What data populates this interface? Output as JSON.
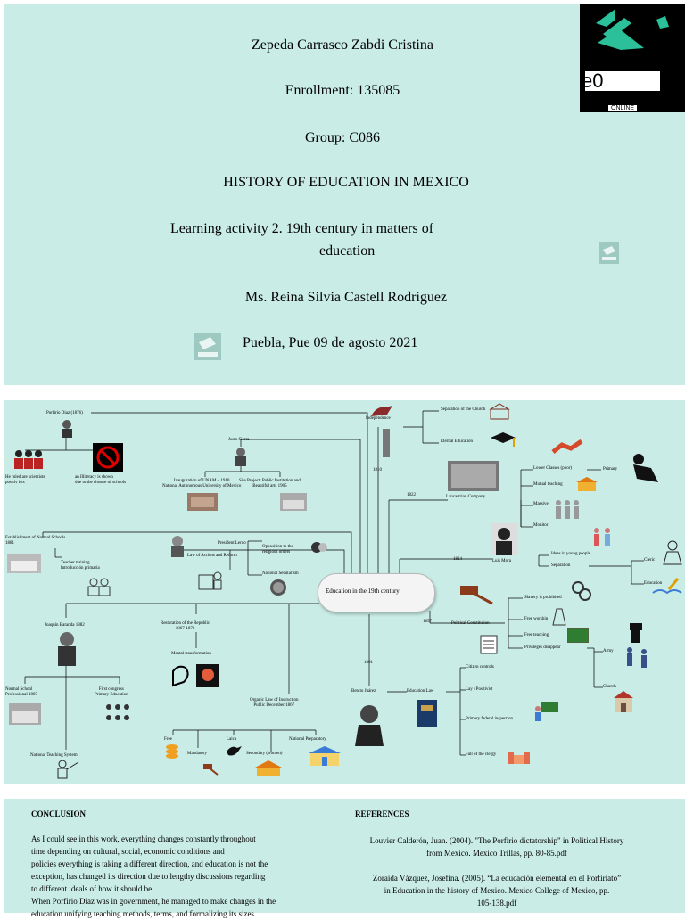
{
  "cover": {
    "student": "Zepeda Carrasco Zabdi Cristina",
    "enrollment": "Enrollment: 135085",
    "group": "Group: C086",
    "course": "HISTORY OF EDUCATION IN MEXICO",
    "activity_line1": "Learning activity 2. 19th century in matters of",
    "activity_line2": "education",
    "teacher": "Ms. Reina Silvia Castell Rodríguez",
    "place_date": "Puebla, Pue 09 de agosto 2021",
    "logo_text": "e0",
    "logo_sub": "ONLINE"
  },
  "map": {
    "center": "Education in the 19th century",
    "porfirio": "Porfirio Diaz (1876)",
    "ruled_students": "He ruled are scientists\npositiv ists",
    "illiteracy": "an Illiteracy is shown\ndue to the closure of schools",
    "justo": "Justo Sierra",
    "unam": "Inauguration of UNAM – 1910\nNational Autonomous University of Mexico",
    "site_project": "Site Project: Public Institution and\nBeautiful arts 1905",
    "normal_schools": "Establishment of Normal Schools\n1881",
    "teacher_training": "Teacher training\nIntroducción primaria",
    "lerdo": "President Lerdo",
    "law_actions": "Law of Actions and Reform",
    "opposition": "Opposition to the\nreligious orders",
    "secularism": "National Secularism",
    "baranda": "Joaquín Baranda 1882",
    "restoration": "Restoration of the Republic\n1867-1876",
    "mental": "Mental transformation",
    "normal_prof": "Normal School\nProfessional 1887",
    "congress": "First congress\nPrimary Education",
    "teaching_system": "National Teaching System",
    "organic_law": "Organic Law of Instruction\nPublic December 1867",
    "free": "Free",
    "mandatory": "Mandatory",
    "laica": "Laica",
    "secondary": "Secondary (women)",
    "prep": "National Preparatory",
    "independence": "Independence",
    "y1810": "1810",
    "sep_church": "Separation of the Church",
    "eternal": "Eternal Education",
    "y1822": "1822",
    "lancaster": "Lancastrian Company",
    "lower_classes": "Lower Classes (poor)",
    "primary": "Primary",
    "mutual": "Mutual teaching",
    "massive": "Massive",
    "monitor": "Monitor",
    "y1824": "1824",
    "luis_mora": "Luis Mora",
    "ideas_young": "Ideas in young people",
    "separation": "Separation",
    "cleric": "Cleric",
    "education": "Education",
    "y1857": "1857",
    "constitution": "Political Constitution",
    "slavery": "Slavery is prohibited",
    "free_worship": "Free worship",
    "free_teaching": "Free teaching",
    "privileges": "Privileges disappear",
    "army": "Army",
    "church": "Church",
    "y1861": "1861",
    "juarez": "Benito Juárez",
    "edu_law": "Education Law",
    "citizen": "Citizen controls",
    "lay": "Lay / Positivist",
    "federal": "Primary federal inspection",
    "fall_clergy": "Fall of the clergy"
  },
  "conclusion": {
    "heading": "CONCLUSION",
    "lines": [
      "As I could see in this work, everything changes constantly throughout",
      "time depending on cultural, social, economic conditions and",
      "policies everything is taking a different direction, and education is not the",
      "exception, has changed its direction due to lengthy discussions regarding",
      "to different ideals of how it should be.",
      "When Porfirio Diaz was in government, he managed to make changes in the",
      "education unifying teaching methods, terms, and formalizing its sizes"
    ]
  },
  "references": {
    "heading": "REFERENCES",
    "ref1_line1": "Louvier Calderón, Juan. (2004). \"The Porfirio dictatorship\" in Political History",
    "ref1_line2": "from Mexico. Mexico Trillas, pp. 80-85.pdf",
    "ref2_line1": "Zoraida Vázquez, Josefina. (2005). “La educación elemental en el Porfiriato”",
    "ref2_line2": "in Education in the history of Mexico. Mexico College of Mexico, pp.",
    "ref2_line3": "105-138.pdf"
  },
  "colors": {
    "slide_bg": "#c9ece6",
    "logo_bg": "#000000",
    "logo_accent": "#2bbf9a"
  }
}
